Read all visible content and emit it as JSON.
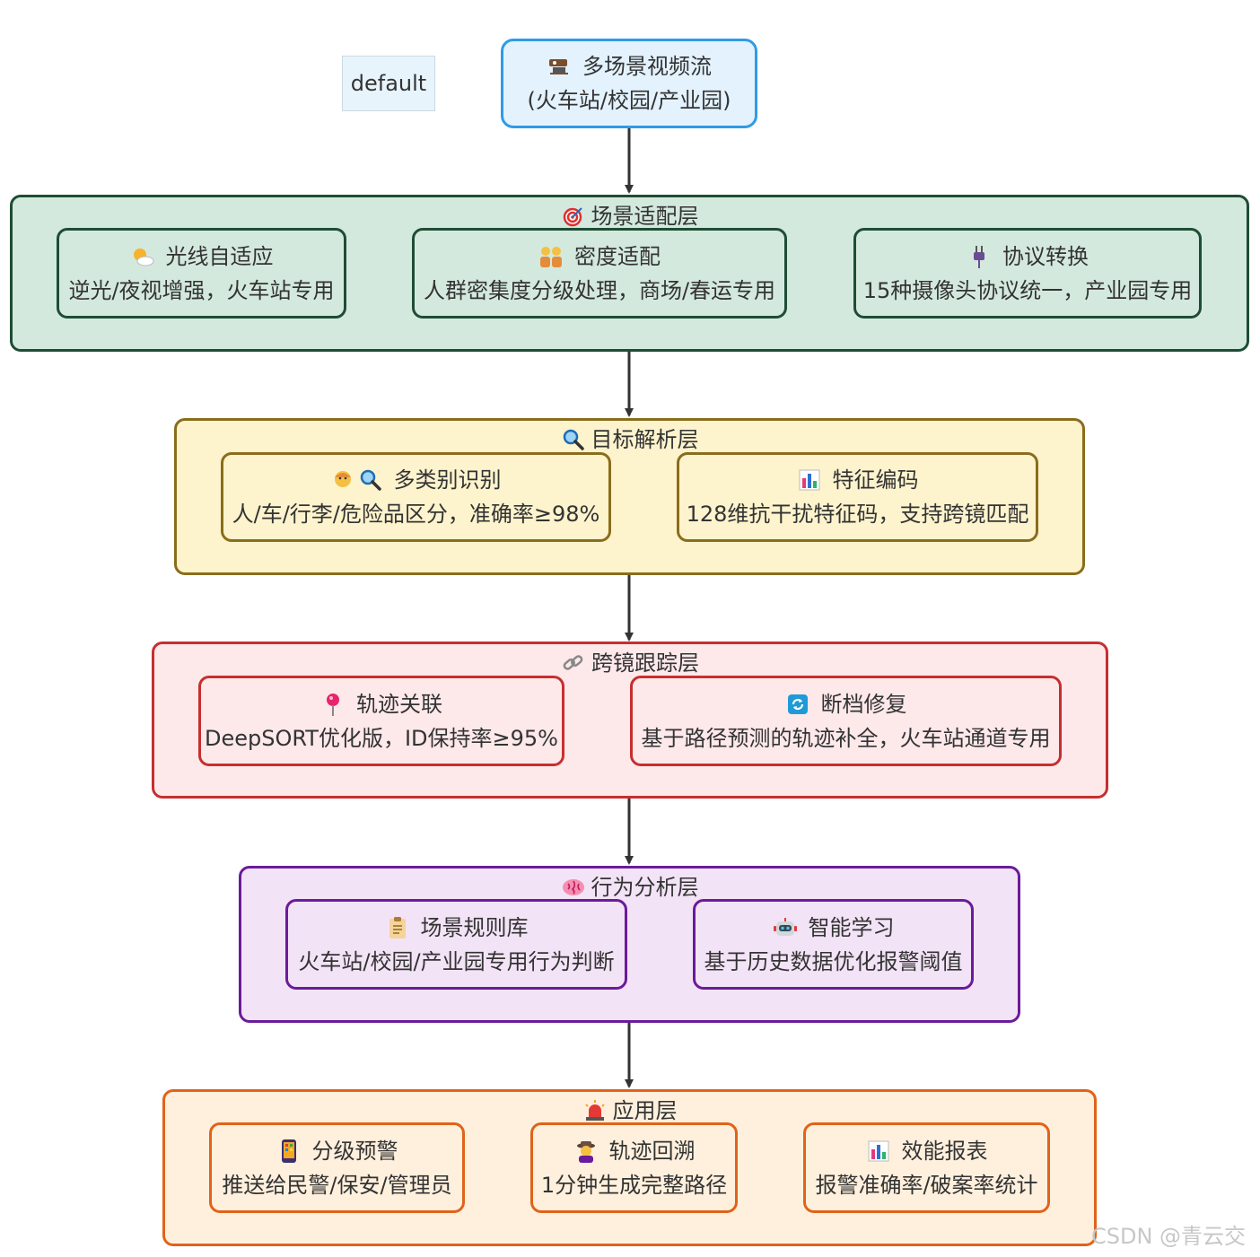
{
  "tag": "default",
  "source": {
    "icon": "video-camera-icon",
    "line1": "多场景视频流",
    "line2": "(火车站/校园/产业园)"
  },
  "layers": [
    {
      "title": "场景适配层",
      "icon": "target-icon",
      "nodes": [
        {
          "icon": "sun-cloud-icon",
          "title": "光线自适应",
          "desc": "逆光/夜视增强，火车站专用"
        },
        {
          "icon": "people-icon",
          "title": "密度适配",
          "desc": "人群密集度分级处理，商场/春运专用"
        },
        {
          "icon": "plug-icon",
          "title": "协议转换",
          "desc": "15种摄像头协议统一，产业园专用"
        }
      ]
    },
    {
      "title": "目标解析层",
      "icon": "magnifier-icon",
      "nodes": [
        {
          "icon": "person-magnifier-icon",
          "title": "多类别识别",
          "desc": "人/车/行李/危险品区分，准确率≥98%"
        },
        {
          "icon": "bar-chart-icon",
          "title": "特征编码",
          "desc": "128维抗干扰特征码，支持跨镜匹配"
        }
      ]
    },
    {
      "title": "跨镜跟踪层",
      "icon": "link-icon",
      "nodes": [
        {
          "icon": "pin-icon",
          "title": "轨迹关联",
          "desc": "DeepSORT优化版，ID保持率≥95%"
        },
        {
          "icon": "refresh-icon",
          "title": "断档修复",
          "desc": "基于路径预测的轨迹补全，火车站通道专用"
        }
      ]
    },
    {
      "title": "行为分析层",
      "icon": "brain-icon",
      "nodes": [
        {
          "icon": "clipboard-icon",
          "title": "场景规则库",
          "desc": "火车站/校园/产业园专用行为判断"
        },
        {
          "icon": "robot-icon",
          "title": "智能学习",
          "desc": "基于历史数据优化报警阈值"
        }
      ]
    },
    {
      "title": "应用层",
      "icon": "alarm-light-icon",
      "nodes": [
        {
          "icon": "phone-icon",
          "title": "分级预警",
          "desc": "推送给民警/保安/管理员"
        },
        {
          "icon": "detective-icon",
          "title": "轨迹回溯",
          "desc": "1分钟生成完整路径"
        },
        {
          "icon": "bar-chart-icon",
          "title": "效能报表",
          "desc": "报警准确率/破案率统计"
        }
      ]
    }
  ],
  "watermark": "CSDN @青云交"
}
